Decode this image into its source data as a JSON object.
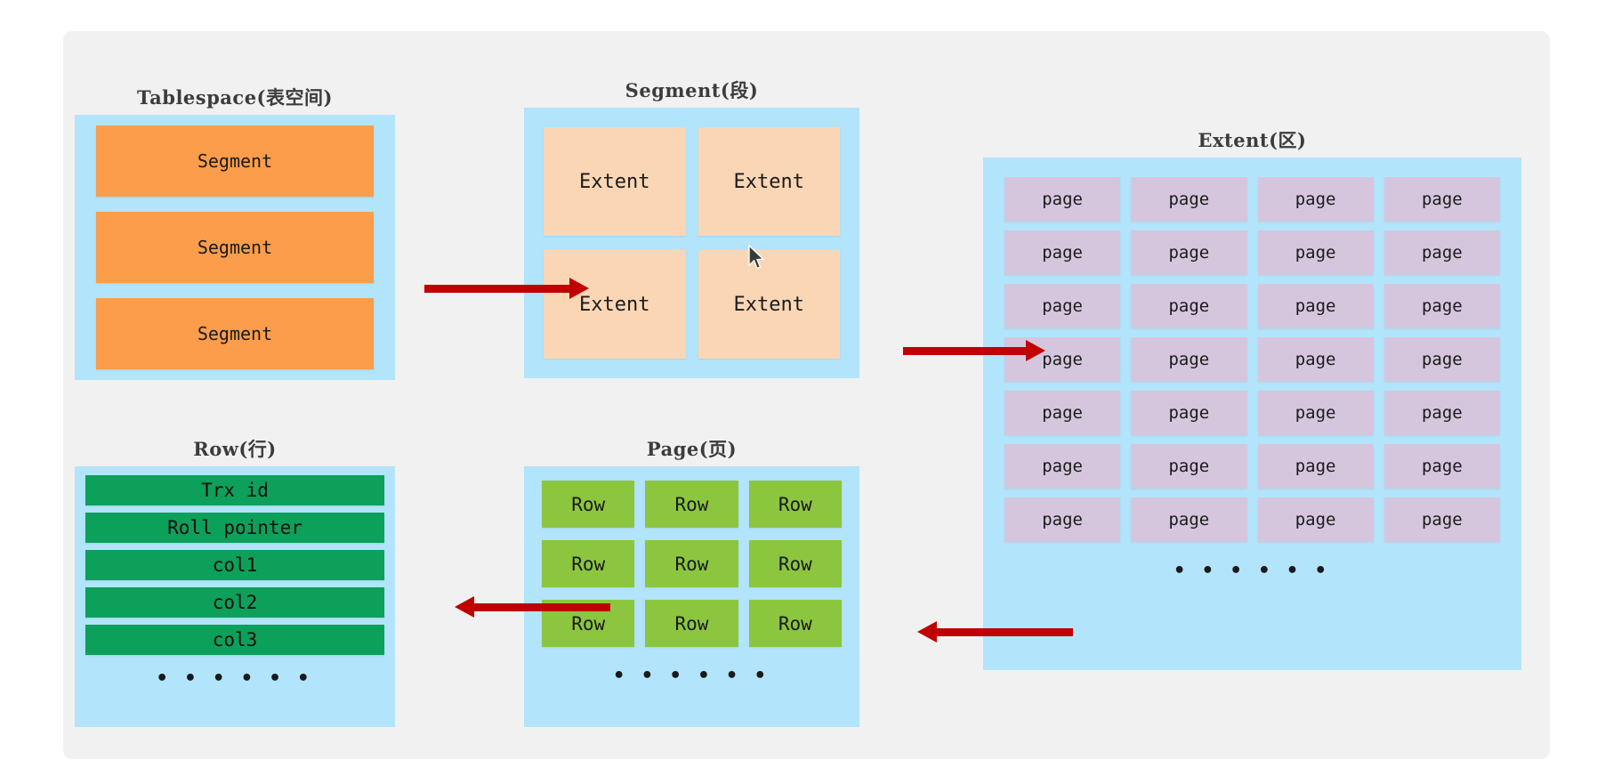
{
  "diagram": {
    "title_font_note": "",
    "colors": {
      "canvas_bg": "#f1f1f1",
      "panel_bg": "#b2e5fb",
      "segment_cell": "#fb9d4b",
      "extent_cell": "#fbd6b5",
      "page_cell": "#d5c6de",
      "row_cell": "#8cc63f",
      "row_field_cell": "#0da05a",
      "arrow": "#c00000"
    },
    "ellipsis": "• • • • • •"
  },
  "panels": {
    "tablespace": {
      "title": "Tablespace(表空间)",
      "segments": [
        "Segment",
        "Segment",
        "Segment"
      ]
    },
    "segment": {
      "title": "Segment(段)",
      "extents": [
        "Extent",
        "Extent",
        "Extent",
        "Extent"
      ]
    },
    "extent": {
      "title": "Extent(区)",
      "pages": [
        "page",
        "page",
        "page",
        "page",
        "page",
        "page",
        "page",
        "page",
        "page",
        "page",
        "page",
        "page",
        "page",
        "page",
        "page",
        "page",
        "page",
        "page",
        "page",
        "page",
        "page",
        "page",
        "page",
        "page",
        "page",
        "page",
        "page",
        "page"
      ],
      "more": "• • • • • •"
    },
    "page": {
      "title": "Page(页)",
      "rows": [
        "Row",
        "Row",
        "Row",
        "Row",
        "Row",
        "Row",
        "Row",
        "Row",
        "Row"
      ],
      "more": "• • • • • •"
    },
    "row": {
      "title": "Row(行)",
      "fields": [
        "Trx id",
        "Roll pointer",
        "col1",
        "col2",
        "col3"
      ],
      "more": "• • • • • •"
    }
  },
  "arrows": [
    {
      "name": "tablespace-to-segment",
      "direction": "right"
    },
    {
      "name": "segment-to-extent",
      "direction": "right"
    },
    {
      "name": "extent-to-page",
      "direction": "left"
    },
    {
      "name": "page-to-row",
      "direction": "left"
    }
  ]
}
